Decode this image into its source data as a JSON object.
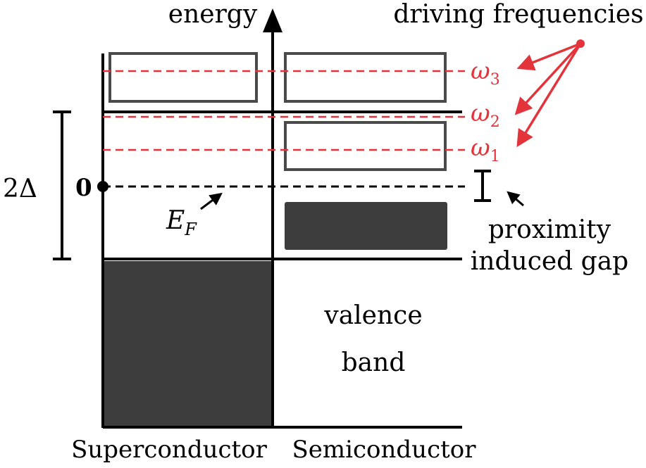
{
  "labels": {
    "energy": "energy",
    "driving_frequencies": "driving frequencies",
    "omega3": "ω",
    "omega3_sub": "3",
    "omega2": "ω",
    "omega2_sub": "2",
    "omega1": "ω",
    "omega1_sub": "1",
    "two_delta": "2Δ",
    "zero": "0",
    "fermi": "E",
    "fermi_sub": "F",
    "proximity_line1": "proximity",
    "proximity_line2": "induced gap",
    "valence_line1": "valence",
    "valence_line2": "band",
    "superconductor": "Superconductor",
    "semiconductor": "Semiconductor"
  },
  "colors": {
    "accent_red": "#e2343a",
    "band_fill": "#3d3d3d",
    "box_stroke": "#4a4a4a",
    "line": "#000000"
  }
}
